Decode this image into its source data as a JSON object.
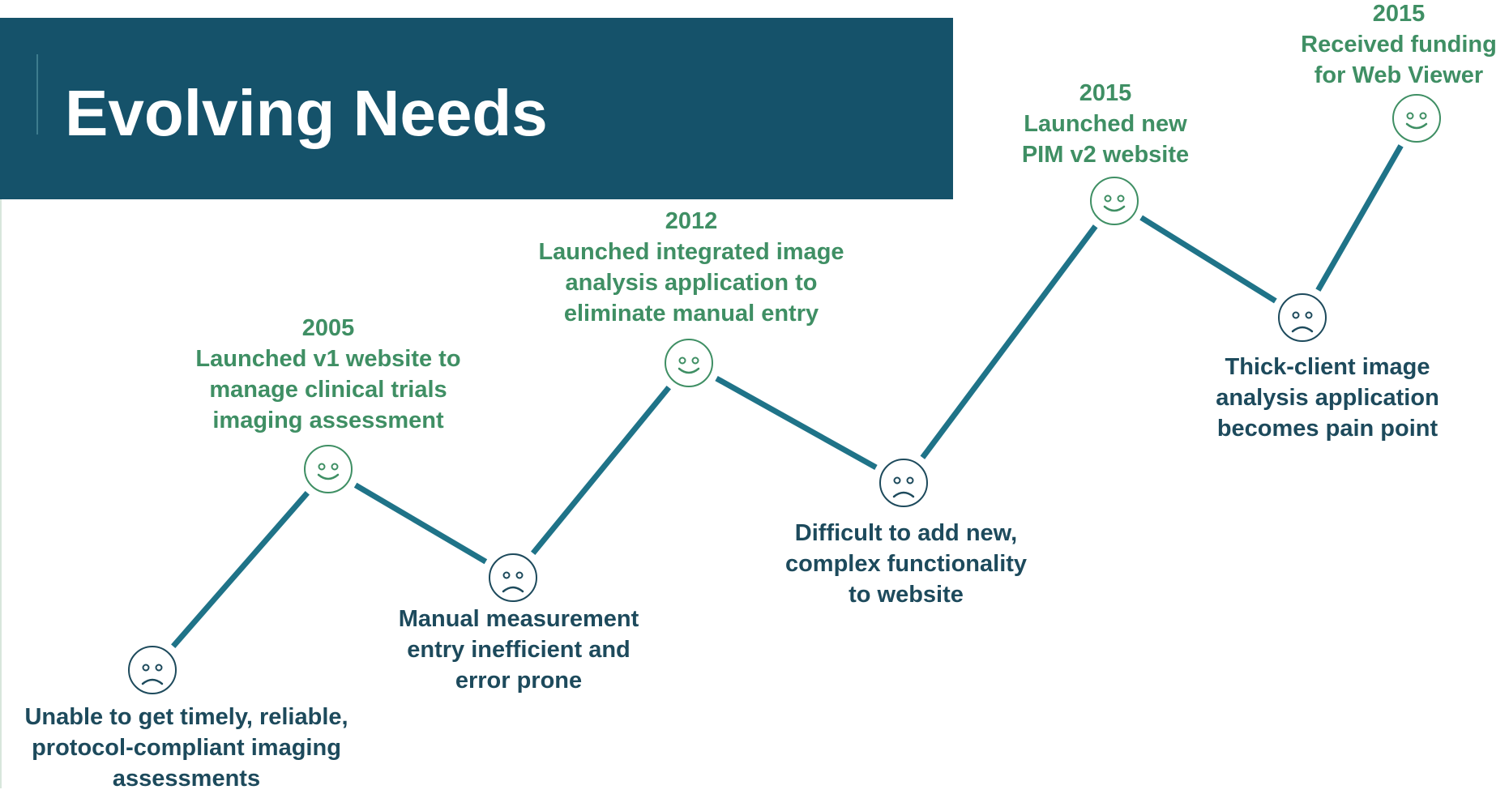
{
  "page": {
    "title": "Evolving Needs"
  },
  "colors": {
    "banner": "#15526a",
    "line": "#1f7388",
    "positive": "#3f8f64",
    "negative": "#1d4a5c"
  },
  "milestones": [
    {
      "kind": "negative",
      "icon": "sad-face-icon",
      "text": "Unable to get timely, reliable,\nprotocol-compliant imaging\nassessments"
    },
    {
      "kind": "positive",
      "icon": "happy-face-icon",
      "year": "2005",
      "text": "Launched v1 website to\nmanage clinical trials\nimaging assessment"
    },
    {
      "kind": "negative",
      "icon": "sad-face-icon",
      "text": "Manual measurement\nentry inefficient and\nerror prone"
    },
    {
      "kind": "positive",
      "icon": "happy-face-icon",
      "year": "2012",
      "text": "Launched integrated image\nanalysis application to\neliminate manual entry"
    },
    {
      "kind": "negative",
      "icon": "sad-face-icon",
      "text": "Difficult to add new,\ncomplex functionality\nto website"
    },
    {
      "kind": "positive",
      "icon": "happy-face-icon",
      "year": "2015",
      "text": "Launched new\nPIM v2 website"
    },
    {
      "kind": "negative",
      "icon": "sad-face-icon",
      "text": "Thick-client image\nanalysis application\nbecomes pain point"
    },
    {
      "kind": "positive",
      "icon": "happy-face-icon",
      "year": "2015",
      "text": "Received funding\nfor Web Viewer"
    }
  ]
}
